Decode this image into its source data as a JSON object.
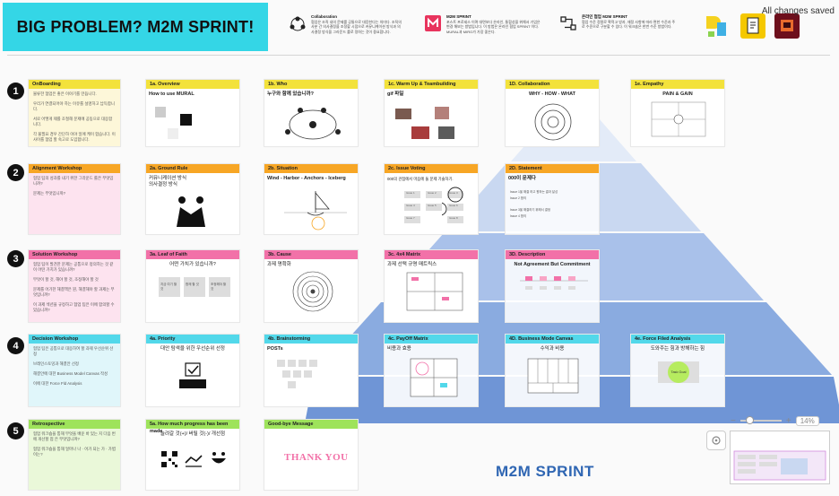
{
  "header": {
    "title": "BIG PROBLEM?  M2M SPRINT!",
    "changes": "All changes saved",
    "legend": [
      {
        "title": "Collaboration",
        "text": "협업은 조직 내의 문제를 공통으로 대응한다는 의미다. 조직의 사분 간 의사결정을 조정할 시점으로 커뮤니케이션 방식과 의사결정 방식을 그라운드 룰로 정하는 것이 중요합니다."
      },
      {
        "title": "M2M SPRINT",
        "text": "포스트 프로세스 이며 대면보다 온라인, 통합성을 위해서 기업은 변경 해보는 방법입니다. 이 방법은 온라인 협업 SPRINT 이다. MURAL과 MIRO가 가장 좋은다."
      },
      {
        "title": "온라인 협업 M2M SPRINT",
        "text": "협업 수준 정말로 확적고 방과, 재정 사항에 따라 편한 수준과 주로 수준으로 구분할 수 있다. 이 워크숍은 한번 수준 방법이다."
      }
    ]
  },
  "rows": [
    {
      "num": "1",
      "left": {
        "title": "OnBoarding",
        "lines": [
          "불류한 협업은 좋은 이야기를 만듭니다.",
          "우리가 연결되어야 하는 이유를 설명하고 납득합니다.",
          "서로 어떻게 제를 조절해 문제에 공동으로 대응합니다.",
          "각 불필요 경우 간단하 이야 일에 케이 합습니다. 이 사이를 협업 할 숙고로 도입합니다."
        ]
      },
      "cards": [
        {
          "tag": "1a. Overview",
          "sub": "How to use MURAL"
        },
        {
          "tag": "1b. Who",
          "sub": "누구와 함께 있습니까?"
        },
        {
          "tag": "1c. Warm Up & Teambuilding",
          "sub": "gif 파일"
        },
        {
          "tag": "1D. Collaboration",
          "sub": "WHY - HOW - WHAT"
        },
        {
          "tag": "1e. Empathy",
          "sub": "PAIN & GAIN"
        }
      ]
    },
    {
      "num": "2",
      "left": {
        "title": "Alignment Workshop",
        "lines": [
          "협업 팀의 성과를 내기 위한 그라운드 룰은 무엇입니까?",
          "문제는 무엇입니까?"
        ]
      },
      "cards": [
        {
          "tag": "2a. Ground Rule",
          "sub": "커뮤니케이션 방식\n의사결정 방식"
        },
        {
          "tag": "2b. Situation",
          "sub": "Wind - Harbor - Anchors - Iceberg"
        },
        {
          "tag": "2c. Issue Voting",
          "sub": "000의 관점에서 마음에 둘 문제 기술하기."
        },
        {
          "tag": "2D. Statement",
          "sub": "000이 문제다"
        }
      ]
    },
    {
      "num": "3",
      "left": {
        "title": "Solution Workshop",
        "lines": [
          "협업 팀이 발견한 문제는 공통으로 정의하는 것 같이 어떤 가치가 있습니까?",
          "무엇이 할 것, 해야 할 것, 조정해야 할 것",
          "문제를 어가한 해결책은 뭔, 해결해야 할 과제는 무엇입니까?",
          "이 과제 섹션을 규정하고 협업 팀은 이에 합의할 수 있습니까?"
        ]
      },
      "cards": [
        {
          "tag": "3a. Leaf of Faith",
          "sub": "어떤 가치가 있습니까?"
        },
        {
          "tag": "3b. Cause",
          "sub": "과제 명확화"
        },
        {
          "tag": "3c. 4x4 Matrix",
          "sub": "과제 선택 규명 매트릭스"
        },
        {
          "tag": "3D. Description",
          "sub": "Not Agreement But Commitment"
        }
      ]
    },
    {
      "num": "4",
      "left": {
        "title": "Decision Workshop",
        "lines": [
          "협업 팀은 공통으로 대응하여 할 과제 우선순위 선정",
          "브레인스토밍과 해결안 선정",
          "해결안에 대한 Business Model Canvas 작성",
          "이에 대한 Force Fld Analysis"
        ]
      },
      "cards": [
        {
          "tag": "4a. Priority",
          "sub": "대안 탐색을 위한 우선순위 선정"
        },
        {
          "tag": "4b. Brainstorming",
          "sub": "POSTs"
        },
        {
          "tag": "4c. PayOff Matrix",
          "sub": "비용과 효용"
        },
        {
          "tag": "4D. Business Mode Canvas",
          "sub": "수익과 비용"
        },
        {
          "tag": "4e. Force Filed Analysis",
          "sub": "도와주는 힘과 방해하는 힘"
        }
      ]
    },
    {
      "num": "5",
      "left": {
        "title": "Retrospective",
        "lines": [
          "협업 워크숍을 통해 무엇을 배운 바 있는 지 다음 번에 개선할 점 은 무엇입니까?",
          "협업 워크숍을 통해 얼마나 나 · 어가 되는 가 · 가볍 이는?"
        ]
      },
      "cards": [
        {
          "tag": "5a. How much progress has been made",
          "sub": "늘려갈 것(+)/ 버릴 것(-)/ 개선점"
        },
        {
          "tag": "Good-bye Message",
          "sub": ""
        }
      ]
    }
  ],
  "board": {
    "issue_labels": [
      "Issue 1",
      "Issue 2",
      "Issue 3",
      "Issue 4",
      "Issue 5",
      "Issue 6",
      "Issue 7",
      "Issue 8"
    ],
    "statement_lines": [
      "Issue 1을 해결 하고 원하는 결과 달성",
      "Issue 2 합의",
      "Issue 3을 해결하기 위해서 결정",
      "Issue 4 합의"
    ],
    "leaf_boxes": [
      "지금 여기 할 것",
      "함께 할 것",
      "조정해야 할 것"
    ],
    "force_center": "Task Goal",
    "thank_you": "THANK YOU",
    "pyramid_label": "M2M SPRINT"
  },
  "zoom": {
    "minus": "−",
    "plus": "+",
    "value": "14%"
  },
  "colors": {
    "banner": "#34d6e6",
    "yellow": "#f3e23b",
    "orange": "#f7a625",
    "pink": "#f271a8",
    "cyan": "#52d8ea",
    "green": "#9ee35b",
    "pyramid": "#4a7ccc"
  }
}
